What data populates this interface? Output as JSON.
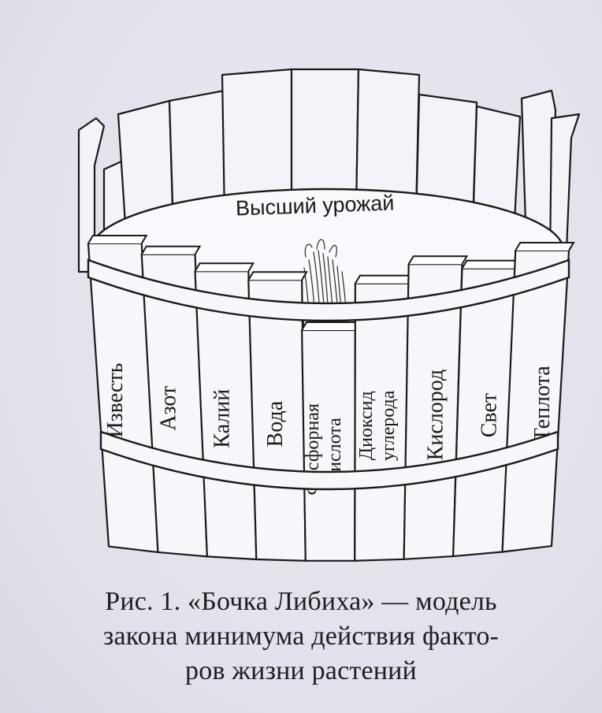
{
  "diagram": {
    "rim_label": "Высший урожай",
    "staves": [
      {
        "label": [
          "Известь"
        ],
        "height_fraction": 0.72
      },
      {
        "label": [
          "Азот"
        ],
        "height_fraction": 0.7
      },
      {
        "label": [
          "Калий"
        ],
        "height_fraction": 0.66
      },
      {
        "label": [
          "Вода"
        ],
        "height_fraction": 0.64
      },
      {
        "label": [
          "Фосфорная",
          "кислота"
        ],
        "height_fraction": 0.5
      },
      {
        "label": [
          "Диоксид",
          "углерода"
        ],
        "height_fraction": 0.63
      },
      {
        "label": [
          "Кислород"
        ],
        "height_fraction": 0.68
      },
      {
        "label": [
          "Свет"
        ],
        "height_fraction": 0.66
      },
      {
        "label": [
          "Теплота"
        ],
        "height_fraction": 0.7
      }
    ],
    "colors": {
      "ink": "#1a1a1a",
      "wood": "#f7f6fb",
      "paper": "#e6e4ee"
    }
  },
  "caption": {
    "lines": [
      "Рис. 1. «Бочка Либиха» — модель",
      "закона минимума действия факто-",
      "ров жизни растений"
    ]
  }
}
